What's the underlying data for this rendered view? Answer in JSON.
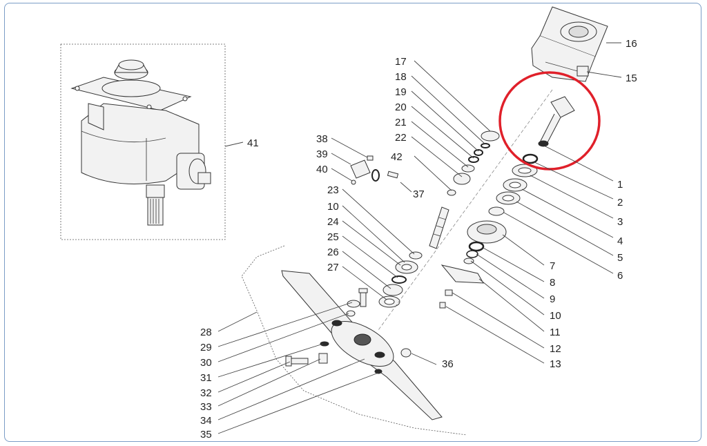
{
  "colors": {
    "frame_border": "#7a9cc6",
    "highlight_circle": "#e0202a",
    "line": "#333333"
  },
  "callouts": [
    {
      "label": "1"
    },
    {
      "label": "2"
    },
    {
      "label": "3"
    },
    {
      "label": "4"
    },
    {
      "label": "5"
    },
    {
      "label": "6"
    },
    {
      "label": "7"
    },
    {
      "label": "8"
    },
    {
      "label": "9"
    },
    {
      "label": "10"
    },
    {
      "label": "11"
    },
    {
      "label": "12"
    },
    {
      "label": "13"
    },
    {
      "label": "15"
    },
    {
      "label": "16"
    },
    {
      "label": "17"
    },
    {
      "label": "18"
    },
    {
      "label": "19"
    },
    {
      "label": "20"
    },
    {
      "label": "21"
    },
    {
      "label": "22"
    },
    {
      "label": "42"
    },
    {
      "label": "38"
    },
    {
      "label": "39"
    },
    {
      "label": "40"
    },
    {
      "label": "37"
    },
    {
      "label": "23"
    },
    {
      "label": "10"
    },
    {
      "label": "24"
    },
    {
      "label": "25"
    },
    {
      "label": "26"
    },
    {
      "label": "27"
    },
    {
      "label": "28"
    },
    {
      "label": "29"
    },
    {
      "label": "30"
    },
    {
      "label": "31"
    },
    {
      "label": "32"
    },
    {
      "label": "33"
    },
    {
      "label": "34"
    },
    {
      "label": "35"
    },
    {
      "label": "36"
    },
    {
      "label": "41"
    }
  ]
}
